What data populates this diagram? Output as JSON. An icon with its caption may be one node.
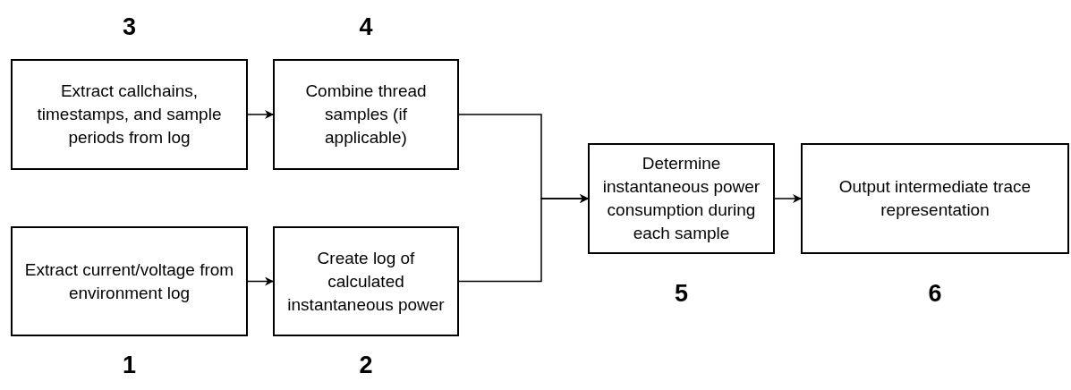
{
  "diagram": {
    "nodes": [
      {
        "text": [
          "Extract callchains, timestamps, and sample periods from log"
        ],
        "beside": [
          "3"
        ]
      },
      {
        "text": [
          "Combine thread samples (if applicable)"
        ],
        "beside": [
          "4"
        ]
      },
      {
        "text": [
          "Extract current/voltage from environment log"
        ],
        "beside": [
          "1"
        ]
      },
      {
        "text": [
          "Create log of calculated instantaneous power"
        ],
        "beside": [
          "2"
        ]
      },
      {
        "text": [
          "Determine instantaneous power consumption during each sample"
        ],
        "beside": [
          "5"
        ]
      },
      {
        "text": [
          "Output intermediate trace representation"
        ],
        "beside": [
          "6"
        ]
      }
    ],
    "edges": [
      {
        "from": 0,
        "to": 1,
        "arrow": "to"
      },
      {
        "from": 2,
        "to": 3,
        "arrow": "to"
      },
      {
        "from": 1,
        "to": 4,
        "arrow": "to"
      },
      {
        "from": 3,
        "to": 4,
        "arrow": "to"
      },
      {
        "from": 4,
        "to": 5,
        "arrow": "to"
      }
    ]
  }
}
